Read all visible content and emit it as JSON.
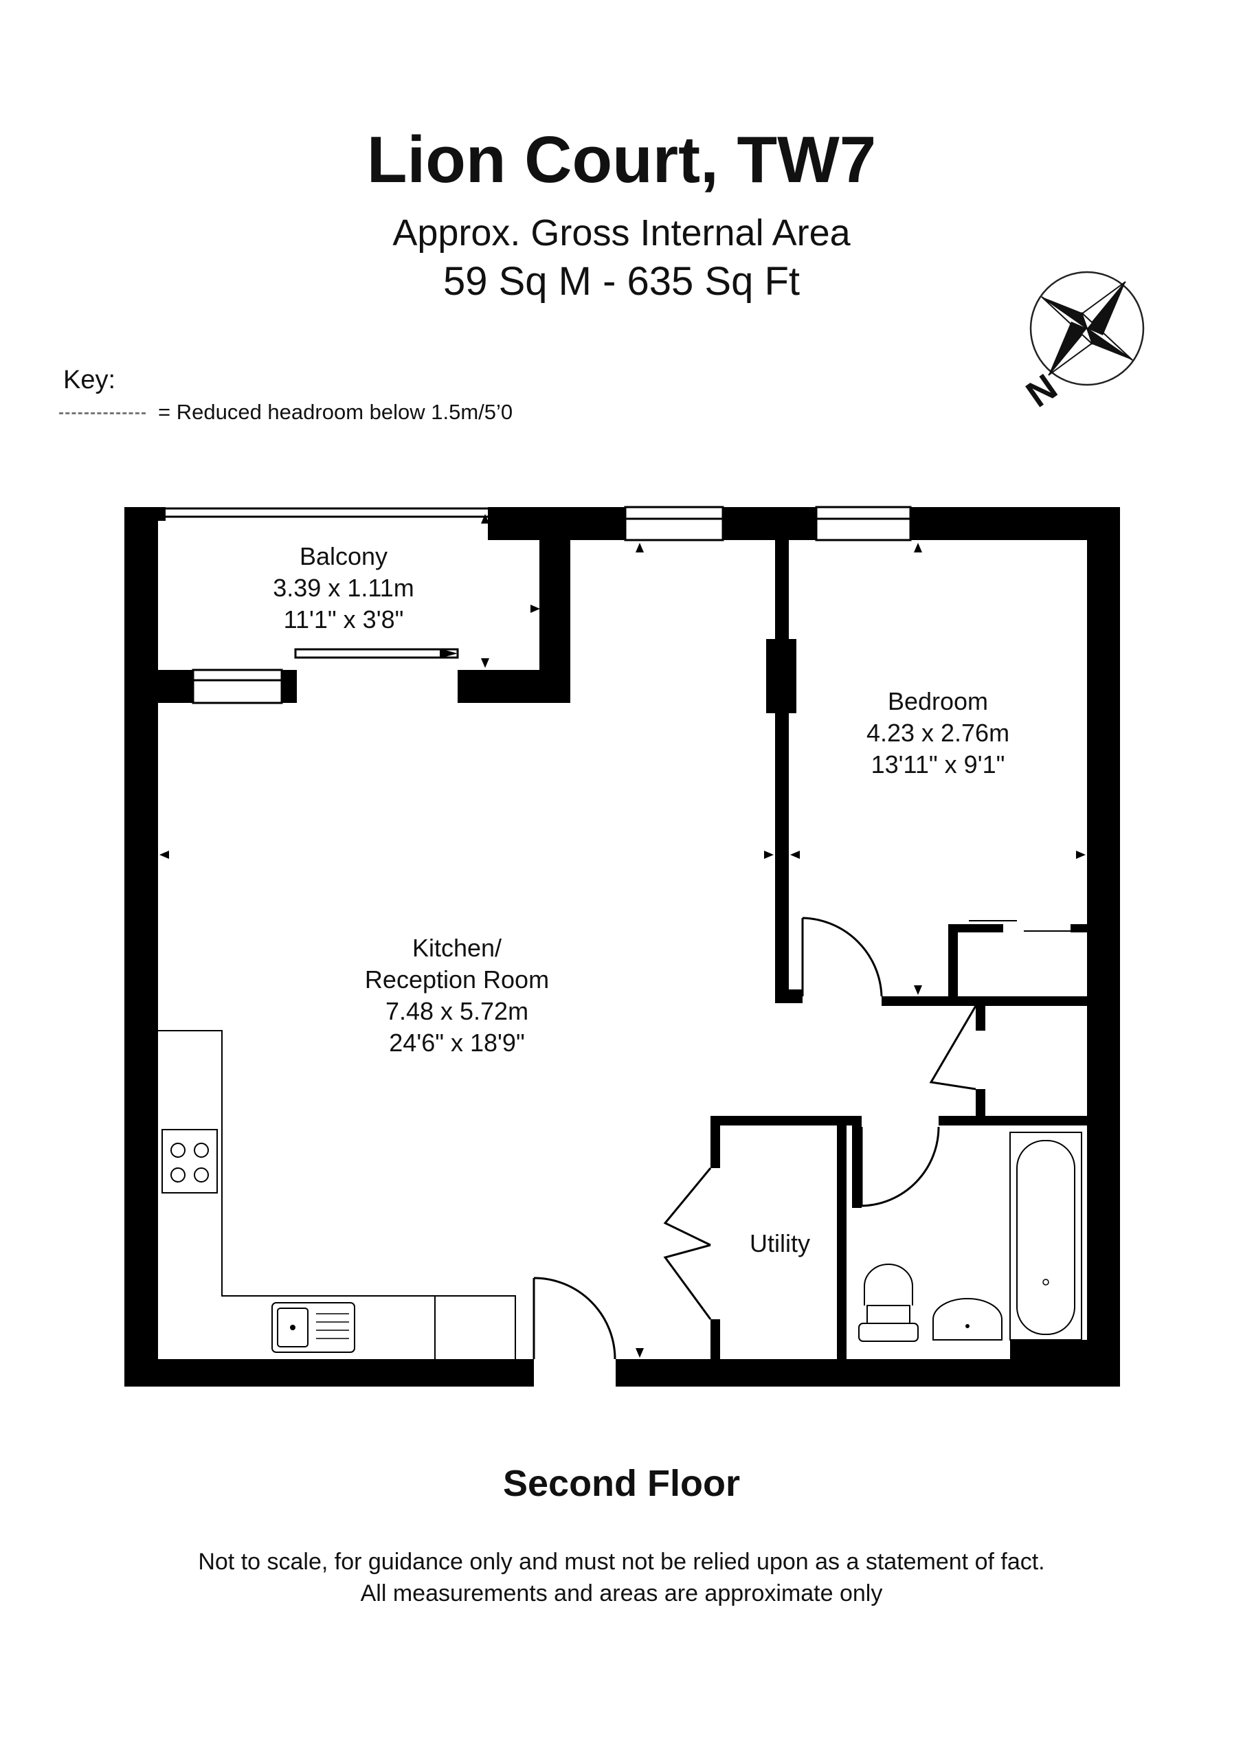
{
  "header": {
    "title": "Lion Court, TW7",
    "area_label": "Approx. Gross Internal Area",
    "area_value": "59 Sq M -  635 Sq Ft"
  },
  "key": {
    "title": "Key:",
    "reduced_headroom_label": "= Reduced headroom below 1.5m/5’0"
  },
  "compass": {
    "letter": "N"
  },
  "rooms": {
    "balcony": {
      "name": "Balcony",
      "metric": "3.39 x 1.11m",
      "imperial": "11'1\" x 3'8\""
    },
    "bedroom": {
      "name": "Bedroom",
      "metric": "4.23 x 2.76m",
      "imperial": "13'11\" x 9'1\""
    },
    "kitchen": {
      "name_line1": "Kitchen/",
      "name_line2": "Reception Room",
      "metric": "7.48 x 5.72m",
      "imperial": "24'6\" x 18'9\""
    },
    "utility": {
      "name": "Utility"
    }
  },
  "floor_label": "Second Floor",
  "disclaimer": {
    "line1": "Not to scale, for guidance only and must not be relied upon as a statement of fact.",
    "line2": "All measurements and areas are approximate only"
  }
}
